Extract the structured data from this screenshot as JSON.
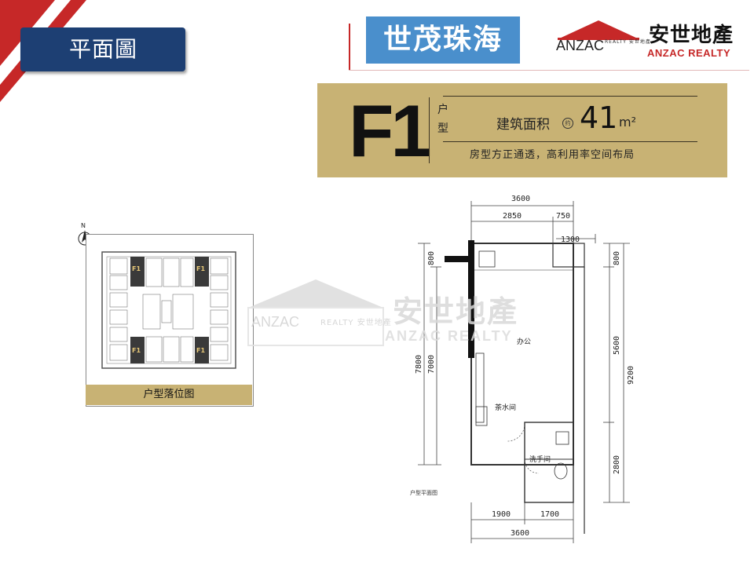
{
  "header": {
    "section_title": "平面圖",
    "project_name": "世茂珠海",
    "logo": {
      "brand_en": "ANZAC",
      "realty_small": "REALTY 安世地產",
      "brand_cn": "安世地產",
      "brand_en_full": "ANZAC REALTY"
    }
  },
  "unit_panel": {
    "unit_code": "F1",
    "type_label_1": "户",
    "type_label_2": "型",
    "area_label": "建筑面积",
    "approx_mark": "约",
    "area_value": "41",
    "area_unit": "m²",
    "description": "房型方正通透，高利用率空间布局"
  },
  "location_map": {
    "north_label": "N",
    "caption": "户型落位图",
    "unit_tag": "F1"
  },
  "watermark": {
    "brand_en": "ANZAC",
    "realty_small": "REALTY 安世地產",
    "brand_cn": "安世地產",
    "brand_en_full": "ANZAC REALTY"
  },
  "floor_plan": {
    "dims_top": [
      "3600",
      "2850",
      "750",
      "1300"
    ],
    "dims_left": [
      "800",
      "7800",
      "7000"
    ],
    "dims_right": [
      "800",
      "5600",
      "9200",
      "2800"
    ],
    "dims_bottom": [
      "1900",
      "1700",
      "3600"
    ],
    "rooms": {
      "office": "办公",
      "pantry": "茶水间",
      "washroom": "洗手间"
    },
    "plan_caption": "户型平面图"
  },
  "colors": {
    "navy": "#1d3f73",
    "gold": "#c8b274",
    "accent_red": "#c62828",
    "project_blue": "#4a8fcc"
  }
}
